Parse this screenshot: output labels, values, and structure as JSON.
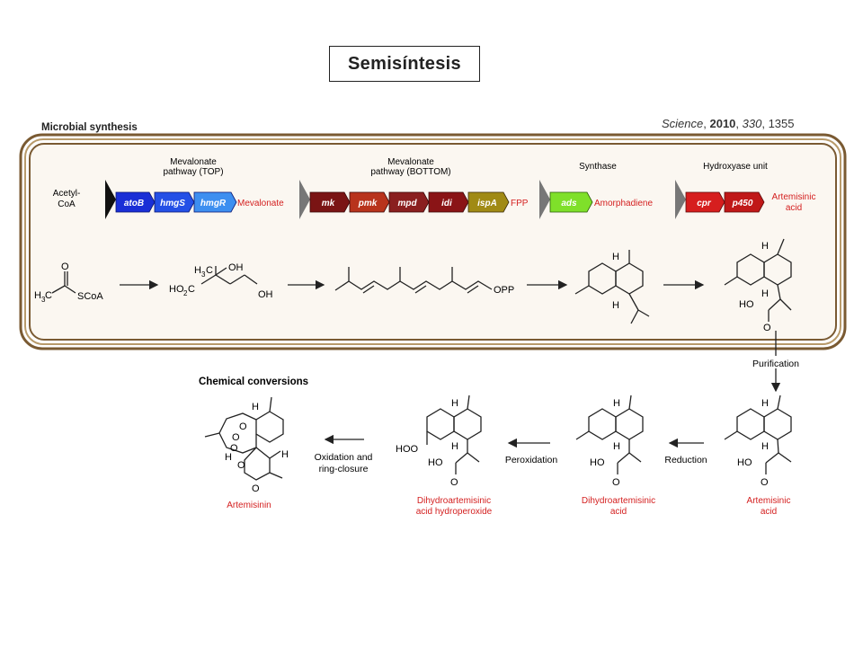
{
  "title": "Semisíntesis",
  "citation": {
    "journal": "Science",
    "year": "2010",
    "volume": "330",
    "page": "1355"
  },
  "microbial": {
    "heading": "Microbial synthesis",
    "start": [
      "Acetyl-",
      "CoA"
    ],
    "modules": [
      {
        "label": [
          "Mevalonate",
          "pathway (TOP)"
        ],
        "genes": [
          "atoB",
          "hmgS",
          "hmgR"
        ],
        "product": "Mevalonate"
      },
      {
        "label": [
          "Mevalonate",
          "pathway (BOTTOM)"
        ],
        "genes": [
          "mk",
          "pmk",
          "mpd",
          "idi",
          "ispA"
        ],
        "product": "FPP"
      },
      {
        "label": [
          "Synthase"
        ],
        "genes": [
          "ads"
        ],
        "product": "Amorphadiene"
      },
      {
        "label": [
          "Hydroxyase unit"
        ],
        "genes": [
          "cpr",
          "p450"
        ],
        "product": [
          "Artemisinic",
          "acid"
        ]
      }
    ],
    "gene_colors": {
      "atoB": "#1a2fd6",
      "hmgS": "#2450e6",
      "hmgR": "#3d8ff0",
      "mk": "#7a1414",
      "pmk": "#b8331c",
      "mpd": "#8a1f1f",
      "idi": "#8a1416",
      "ispA": "#a08a14",
      "ads": "#7fe02a",
      "cpr": "#d61e1e",
      "p450": "#c01818"
    },
    "structure_labels": {
      "acetyl": [
        "H",
        "3",
        "C",
        "SCoA",
        "O"
      ],
      "mevalonate": [
        "H",
        "3",
        "C",
        "OH",
        "HO",
        "2",
        "C",
        "OH"
      ],
      "fpp": "OPP",
      "amorphadiene": [
        "H",
        "H"
      ],
      "artemisinic_top": [
        "H",
        "H",
        "HO",
        "O"
      ]
    }
  },
  "chemical": {
    "heading": "Chemical conversions",
    "purification": "Purification",
    "steps": [
      {
        "name": [
          "Artemisinic",
          "acid"
        ],
        "atoms": [
          "H",
          "H",
          "HO",
          "O"
        ]
      },
      {
        "arrow": "Reduction"
      },
      {
        "name": [
          "Dihydroartemisinic",
          "acid"
        ],
        "atoms": [
          "H",
          "H",
          "HO",
          "O"
        ]
      },
      {
        "arrow": "Peroxidation"
      },
      {
        "name": [
          "Dihydroartemisinic",
          "acid hydroperoxide"
        ],
        "atoms": [
          "H",
          "H",
          "HOO",
          "HO",
          "O"
        ]
      },
      {
        "arrow": [
          "Oxidation and",
          "ring-closure"
        ]
      },
      {
        "name": [
          "Artemisinin"
        ],
        "atoms": [
          "H",
          "O",
          "O",
          "O",
          "H",
          "O",
          "H",
          "O"
        ]
      }
    ]
  },
  "colors": {
    "red_text": "#d42020",
    "frame": "#7a5a32",
    "panel": "#fbf7f1"
  }
}
